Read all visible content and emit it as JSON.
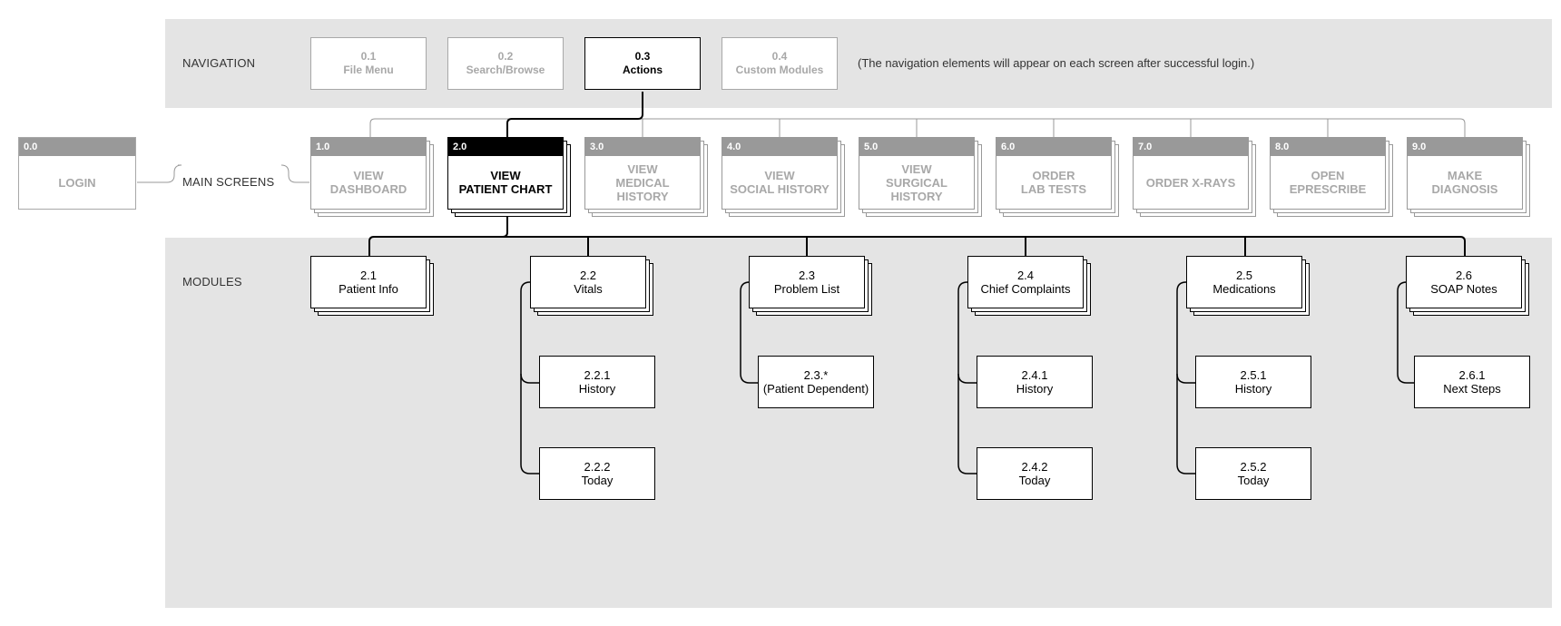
{
  "rows": {
    "navigation": "NAVIGATION",
    "main_screens": "MAIN SCREENS",
    "modules": "MODULES"
  },
  "navigation": {
    "items": [
      {
        "id": "0.1",
        "label": "File Menu"
      },
      {
        "id": "0.2",
        "label": "Search/Browse"
      },
      {
        "id": "0.3",
        "label": "Actions"
      },
      {
        "id": "0.4",
        "label": "Custom Modules"
      }
    ],
    "note": "(The navigation elements will appear on each screen after successful login.)"
  },
  "login": {
    "id": "0.0",
    "label": "LOGIN"
  },
  "screens": [
    {
      "id": "1.0",
      "line1": "VIEW",
      "line2": "DASHBOARD",
      "line3": ""
    },
    {
      "id": "2.0",
      "line1": "VIEW",
      "line2": "PATIENT CHART",
      "line3": ""
    },
    {
      "id": "3.0",
      "line1": "VIEW",
      "line2": "MEDICAL",
      "line3": "HISTORY"
    },
    {
      "id": "4.0",
      "line1": "VIEW",
      "line2": "SOCIAL HISTORY",
      "line3": ""
    },
    {
      "id": "5.0",
      "line1": "VIEW",
      "line2": "SURGICAL",
      "line3": "HISTORY"
    },
    {
      "id": "6.0",
      "line1": "ORDER",
      "line2": "LAB TESTS",
      "line3": ""
    },
    {
      "id": "7.0",
      "line1": "ORDER X-RAYS",
      "line2": "",
      "line3": ""
    },
    {
      "id": "8.0",
      "line1": "OPEN",
      "line2": "EPRESCRIBE",
      "line3": ""
    },
    {
      "id": "9.0",
      "line1": "MAKE",
      "line2": "DIAGNOSIS",
      "line3": ""
    }
  ],
  "modules": [
    {
      "id": "2.1",
      "label": "Patient Info"
    },
    {
      "id": "2.2",
      "label": "Vitals"
    },
    {
      "id": "2.3",
      "label": "Problem List"
    },
    {
      "id": "2.4",
      "label": "Chief Complaints"
    },
    {
      "id": "2.5",
      "label": "Medications"
    },
    {
      "id": "2.6",
      "label": "SOAP Notes"
    }
  ],
  "submodules": [
    {
      "id": "2.2.1",
      "label": "History"
    },
    {
      "id": "2.2.2",
      "label": "Today"
    },
    {
      "id": "2.3.*",
      "label": "(Patient Dependent)"
    },
    {
      "id": "2.4.1",
      "label": "History"
    },
    {
      "id": "2.4.2",
      "label": "Today"
    },
    {
      "id": "2.5.1",
      "label": "History"
    },
    {
      "id": "2.5.2",
      "label": "Today"
    },
    {
      "id": "2.6.1",
      "label": "Next Steps"
    }
  ],
  "colors": {
    "band": "#e4e4e4",
    "inactive": "#a8a8a8",
    "active": "#000000",
    "header": "#999999"
  }
}
